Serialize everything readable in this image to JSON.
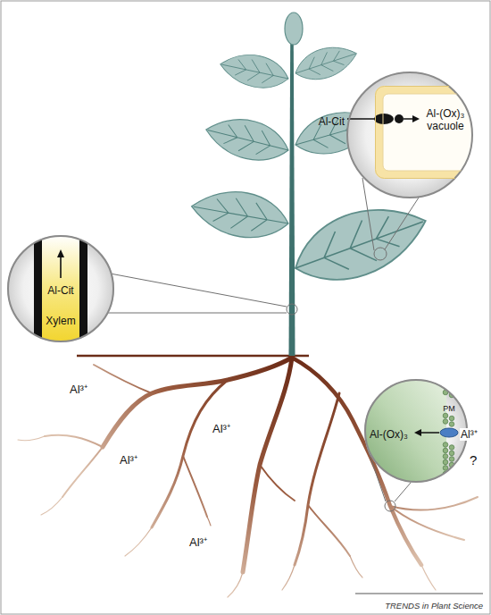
{
  "diagram": {
    "nodes": [
      {
        "text": [
          "Al-Cit"
        ]
      },
      {
        "text": [
          "Al-(Ox)₃ vacuole"
        ],
        "in": 0
      },
      {
        "text": [
          "Al-Cit",
          "Xylem"
        ]
      },
      {
        "text": [
          "PM",
          "Al-(Ox)₃",
          "Al³⁺"
        ]
      }
    ],
    "labels": [
      "Al³⁺",
      "Al³⁺",
      "Al³⁺",
      "Al³⁺",
      "?",
      "TRENDS in Plant Science"
    ]
  }
}
